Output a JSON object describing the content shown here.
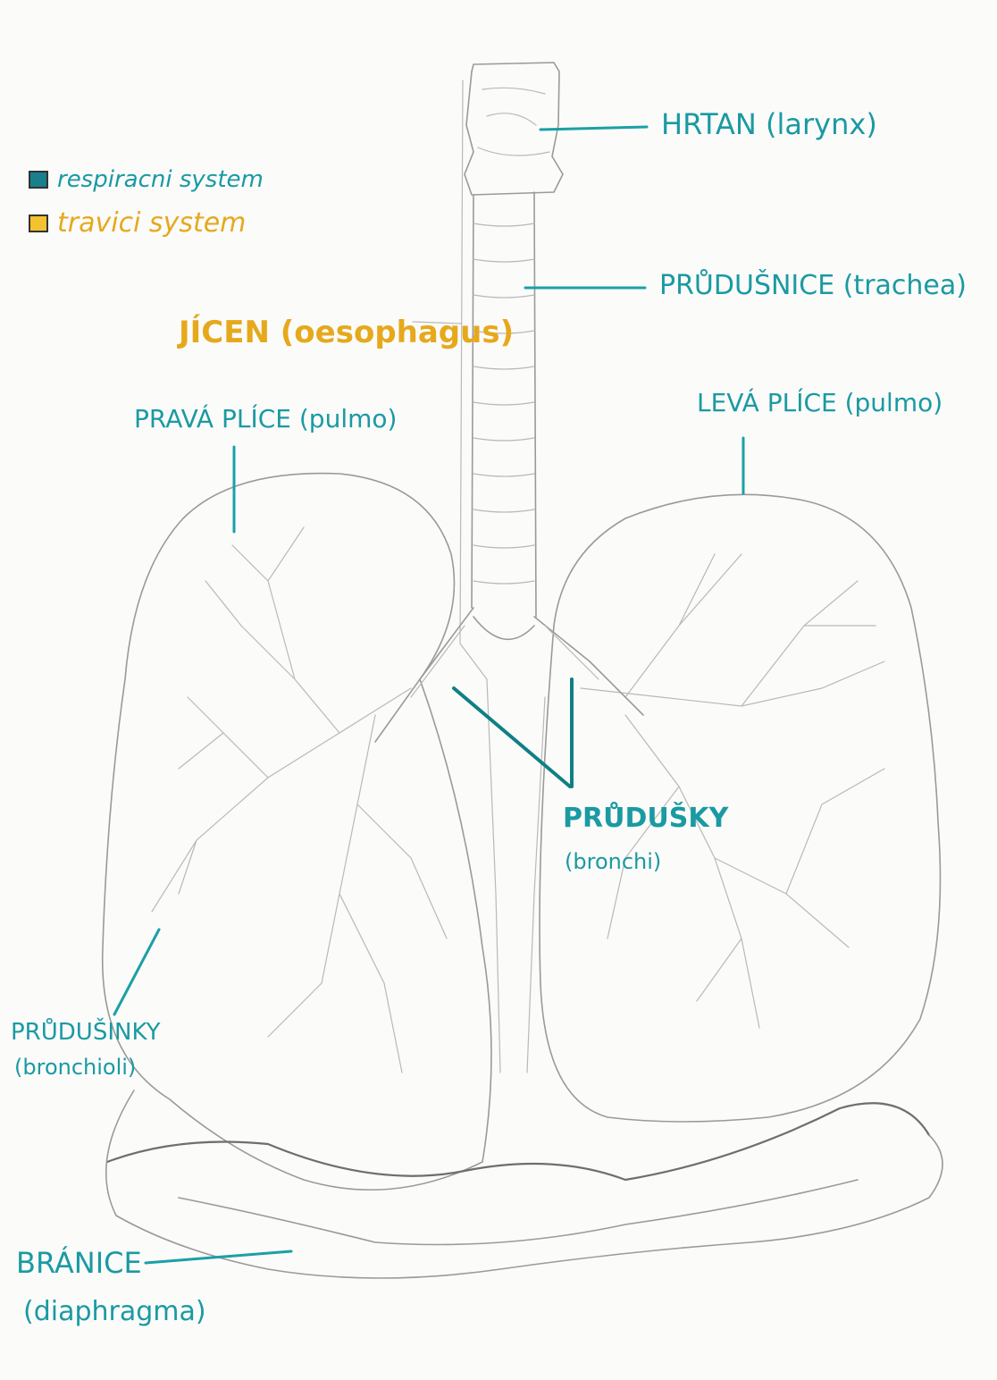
{
  "legend": {
    "items": [
      {
        "label": "respiracni system",
        "color": "#1a7f8c"
      },
      {
        "label": "travici system",
        "color": "#f2c230"
      }
    ]
  },
  "labels": {
    "hrtan": "HRTAN (larynx)",
    "prudusnice": "PRŮDUŠNICE (trachea)",
    "jicen": "JÍCEN (oesophagus)",
    "prava_plice": "PRAVÁ PLÍCE (pulmo)",
    "leva_plice": "LEVÁ PLÍCE (pulmo)",
    "prudusky": "PRŮDUŠKY",
    "prudusky_latin": "(bronchi)",
    "prudusinky": "PRŮDUŠINKY",
    "prudusinky_latin": "(bronchioli)",
    "branice": "BRÁNICE",
    "branice_latin": "(diaphragma)"
  },
  "colors": {
    "respiratory": "#1a9aa2",
    "digestive": "#e6a91c",
    "pencil": "#9a9a9a"
  }
}
